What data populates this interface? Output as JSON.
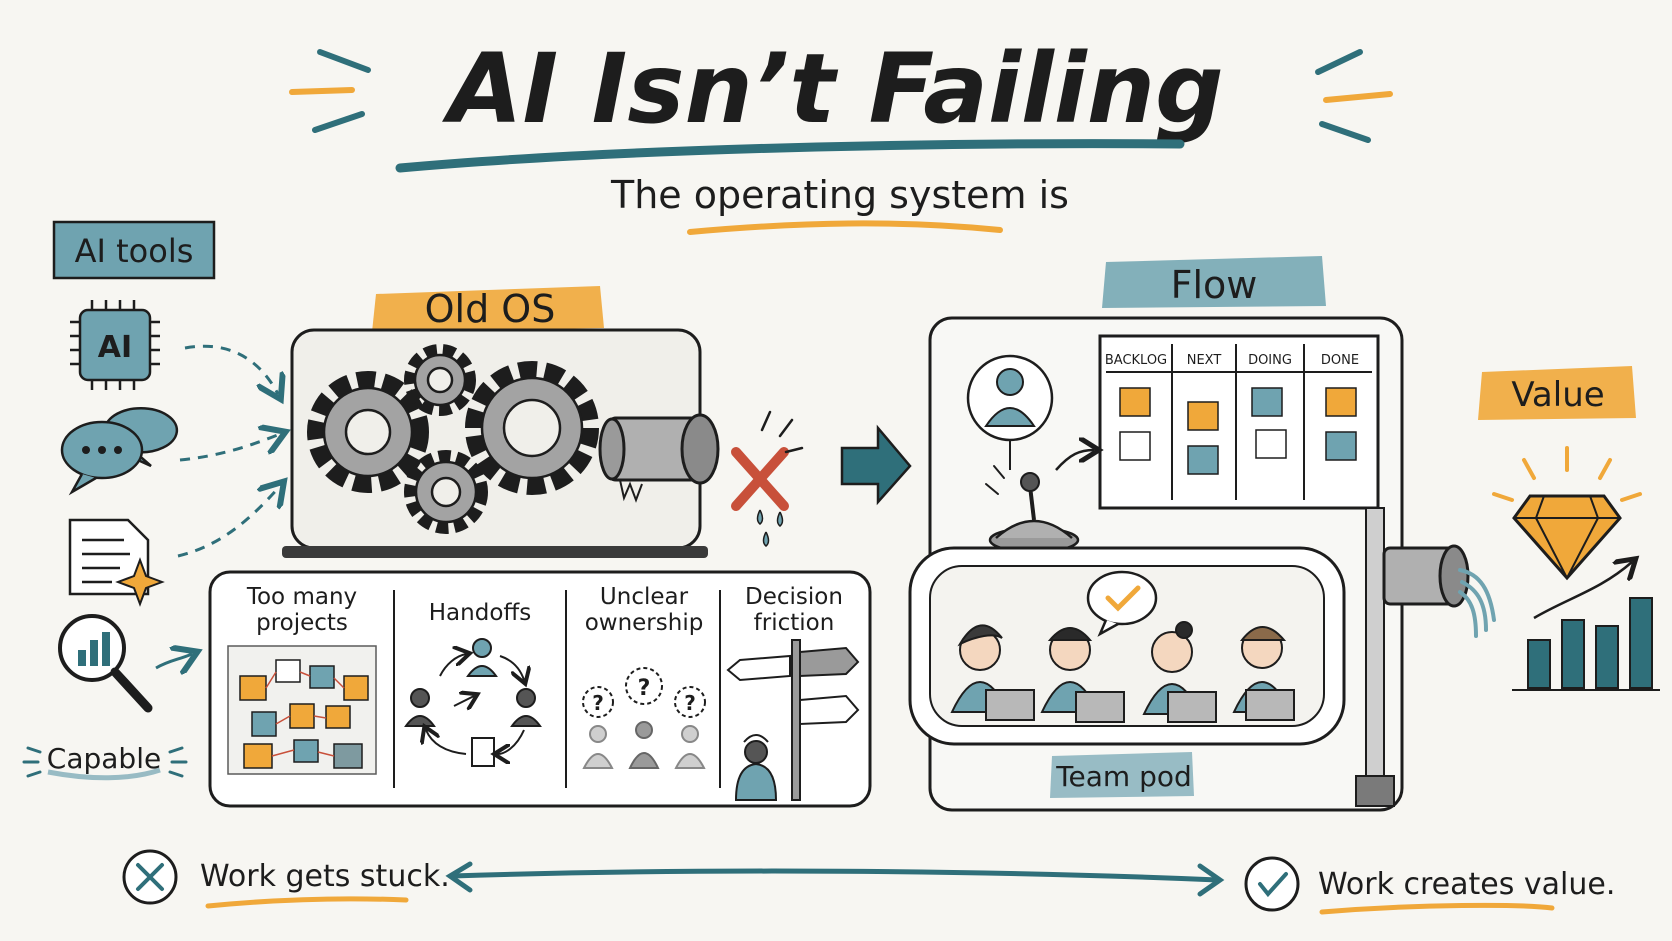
{
  "title": "AI Isn’t Failing",
  "subtitle": "The operating system is",
  "ai_tools": {
    "label": "AI tools",
    "chip_label": "AI",
    "bottom_label": "Capable"
  },
  "old_os": {
    "label": "Old OS",
    "problems": [
      {
        "line1": "Too many",
        "line2": "projects"
      },
      {
        "line1": "Handoffs",
        "line2": ""
      },
      {
        "line1": "Unclear",
        "line2": "ownership"
      },
      {
        "line1": "Decision",
        "line2": "friction"
      }
    ]
  },
  "flow": {
    "label": "Flow",
    "kanban_columns": [
      "BACKLOG",
      "NEXT",
      "DOING",
      "DONE"
    ],
    "team_label": "Team pod"
  },
  "value": {
    "label": "Value"
  },
  "bottom": {
    "stuck_text": "Work gets stuck.",
    "value_text": "Work creates value."
  },
  "colors": {
    "teal": "#2f6f7a",
    "teal_light": "#6fa3b0",
    "orange": "#f0a83a",
    "orange_dark": "#e89a2c",
    "red": "#c8503a",
    "ink": "#1d1d1d",
    "gray": "#8a8a8a"
  }
}
